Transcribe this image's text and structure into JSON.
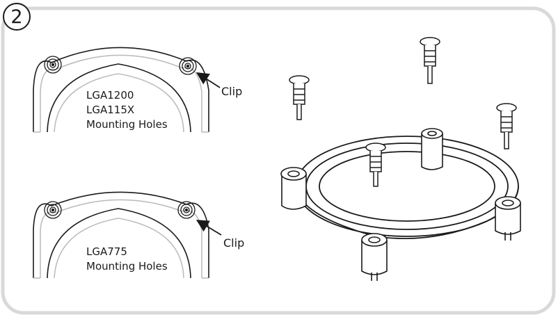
{
  "step": {
    "number": "2"
  },
  "top_diagram": {
    "socket_lines": [
      "LGA1200",
      "LGA115X",
      "Mounting Holes"
    ],
    "clip_label": "Clip"
  },
  "bottom_diagram": {
    "socket_lines": [
      "LGA775",
      "Mounting Holes"
    ],
    "clip_label": "Clip"
  },
  "colors": {
    "stroke": "#1a1a1a",
    "frame": "#d9d9d9",
    "light": "#bdbdbd"
  }
}
